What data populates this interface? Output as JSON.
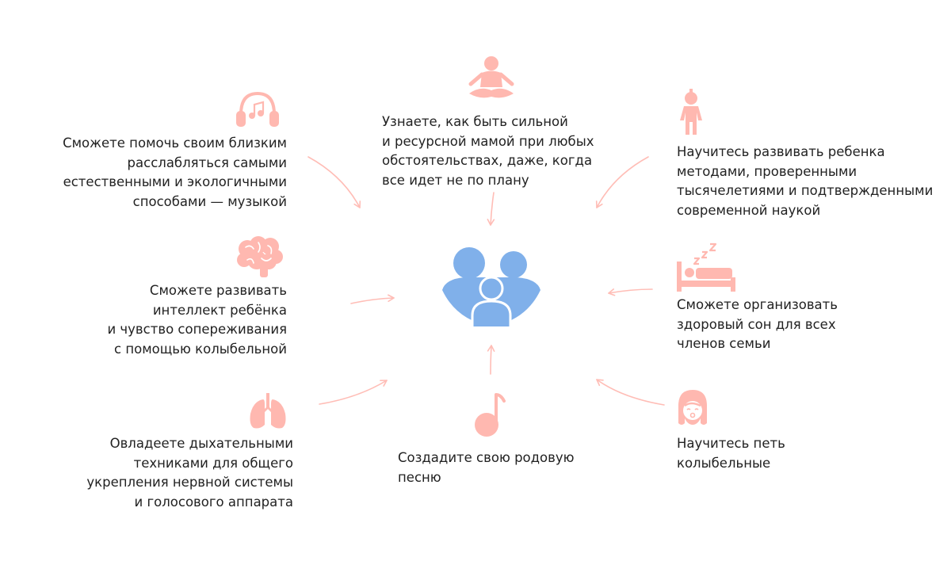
{
  "colors": {
    "accent": "#ffb8b0",
    "arrow": "#ffbdb6",
    "center": "#80b0ea",
    "text": "#222222"
  },
  "center": {
    "icon": "family-icon"
  },
  "benefits": {
    "music": {
      "icon": "headphones-icon",
      "lines": [
        "Сможете помочь своим близким",
        "расслабляться самыми",
        "естественными и экологичными",
        "способами — музыкой"
      ]
    },
    "resource": {
      "icon": "meditation-icon",
      "lines": [
        "Узнаете, как быть сильной",
        "и ресурсной мамой при любых",
        "обстоятельствах, даже, когда",
        "все идет не по плану"
      ]
    },
    "development": {
      "icon": "child-icon",
      "lines": [
        "Научитесь развивать ребенка",
        "методами, проверенными",
        "тысячелетиями и подтвержденными",
        "современной наукой"
      ]
    },
    "intellect": {
      "icon": "brain-icon",
      "lines": [
        "Сможете развивать",
        "интеллект ребёнка",
        "и чувство сопереживания",
        "с помощью колыбельной"
      ]
    },
    "sleep": {
      "icon": "sleeping-bed-icon",
      "lines": [
        "Сможете организовать",
        "здоровый сон для всех",
        "членов семьи"
      ]
    },
    "breathing": {
      "icon": "lungs-icon",
      "lines": [
        "Овладеете дыхательными",
        "техниками для общего",
        "укрепления нервной системы",
        "и голосового аппарата"
      ]
    },
    "song": {
      "icon": "music-note-icon",
      "lines": [
        "Создадите свою родовую",
        "песню"
      ]
    },
    "lullabies": {
      "icon": "singing-woman-icon",
      "lines": [
        "Научитесь петь",
        "колыбельные"
      ]
    }
  }
}
